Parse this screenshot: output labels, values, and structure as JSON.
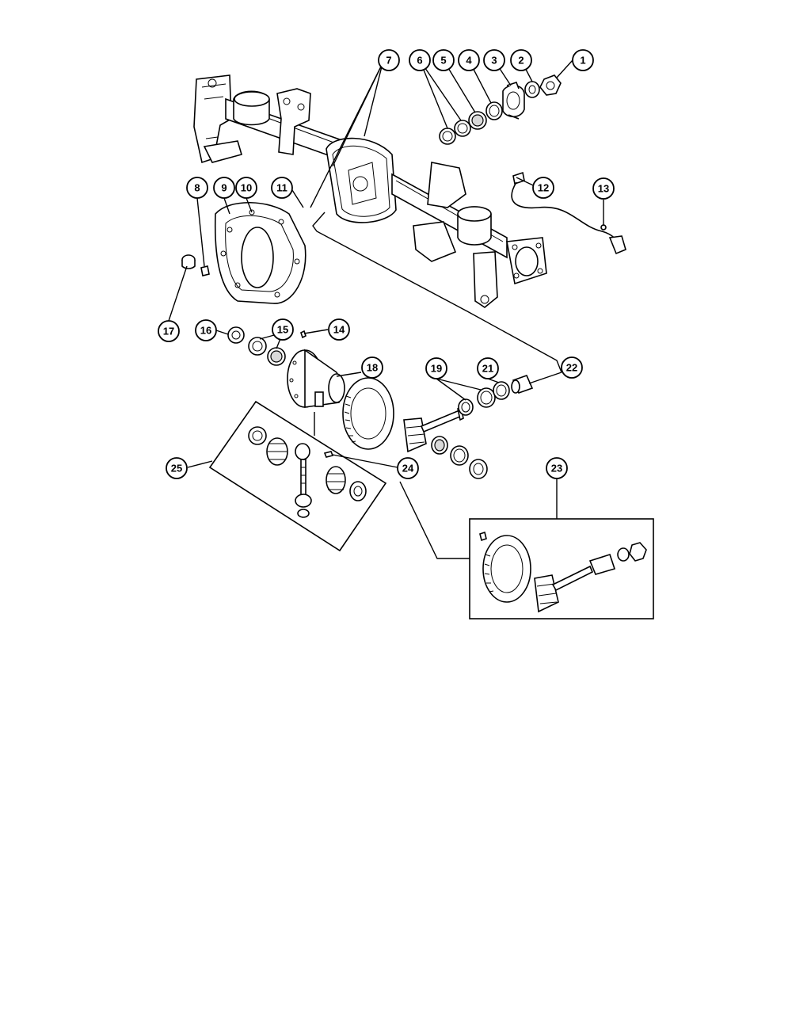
{
  "diagram": {
    "callouts": [
      {
        "id": "c1",
        "label": "1"
      },
      {
        "id": "c2",
        "label": "2"
      },
      {
        "id": "c3",
        "label": "3"
      },
      {
        "id": "c4",
        "label": "4"
      },
      {
        "id": "c5",
        "label": "5"
      },
      {
        "id": "c6",
        "label": "6"
      },
      {
        "id": "c7",
        "label": "7"
      },
      {
        "id": "c8",
        "label": "8"
      },
      {
        "id": "c9",
        "label": "9"
      },
      {
        "id": "c10",
        "label": "10"
      },
      {
        "id": "c11",
        "label": "11"
      },
      {
        "id": "c12",
        "label": "12"
      },
      {
        "id": "c13",
        "label": "13"
      },
      {
        "id": "c14",
        "label": "14"
      },
      {
        "id": "c15",
        "label": "15"
      },
      {
        "id": "c16",
        "label": "16"
      },
      {
        "id": "c17",
        "label": "17"
      },
      {
        "id": "c18",
        "label": "18"
      },
      {
        "id": "c19",
        "label": "19"
      },
      {
        "id": "c21",
        "label": "21"
      },
      {
        "id": "c22",
        "label": "22"
      },
      {
        "id": "c23",
        "label": "23"
      },
      {
        "id": "c24",
        "label": "24"
      },
      {
        "id": "c25",
        "label": "25"
      }
    ]
  }
}
